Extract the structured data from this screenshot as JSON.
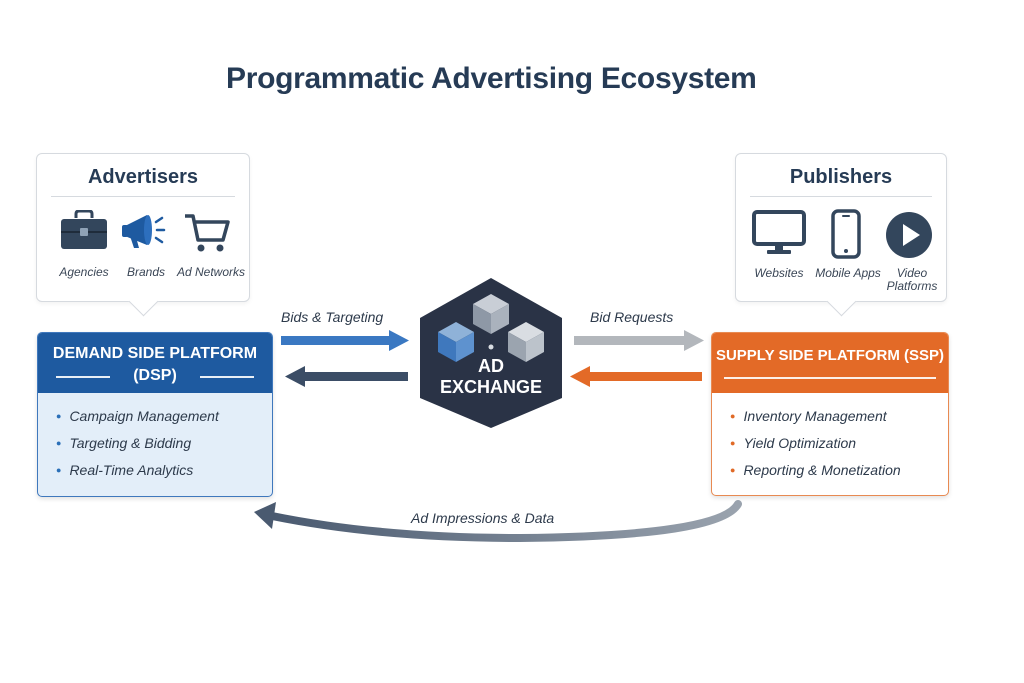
{
  "title": "Programmatic Advertising Ecosystem",
  "advertisers": {
    "title": "Advertisers",
    "items": [
      {
        "label": "Agencies",
        "icon": "briefcase-icon"
      },
      {
        "label": "Brands",
        "icon": "megaphone-icon"
      },
      {
        "label": "Ad Networks",
        "icon": "cart-icon"
      }
    ]
  },
  "publishers": {
    "title": "Publishers",
    "items": [
      {
        "label": "Websites",
        "icon": "monitor-icon"
      },
      {
        "label": "Mobile Apps",
        "icon": "phone-icon"
      },
      {
        "label": "Video",
        "label2": "Platforms",
        "icon": "play-icon"
      }
    ]
  },
  "dsp": {
    "title_line1": "DEMAND SIDE PLATFORM",
    "title_line2": "(DSP)",
    "items": [
      "Campaign Management",
      "Targeting & Bidding",
      "Real-Time Analytics"
    ]
  },
  "ssp": {
    "title": "SUPPLY SIDE PLATFORM (SSP)",
    "items": [
      "Inventory Management",
      "Yield Optimization",
      "Reporting & Monetization"
    ]
  },
  "exchange": {
    "line1": "AD",
    "line2": "EXCHANGE"
  },
  "flows": {
    "bids_targeting": "Bids & Targeting",
    "bid_requests": "Bid Requests",
    "impressions_data": "Ad Impressions & Data"
  },
  "colors": {
    "dsp_blue": "#1e5aa0",
    "ssp_orange": "#e36a27",
    "navy": "#263b55",
    "exchange_dark": "#2a3346"
  }
}
